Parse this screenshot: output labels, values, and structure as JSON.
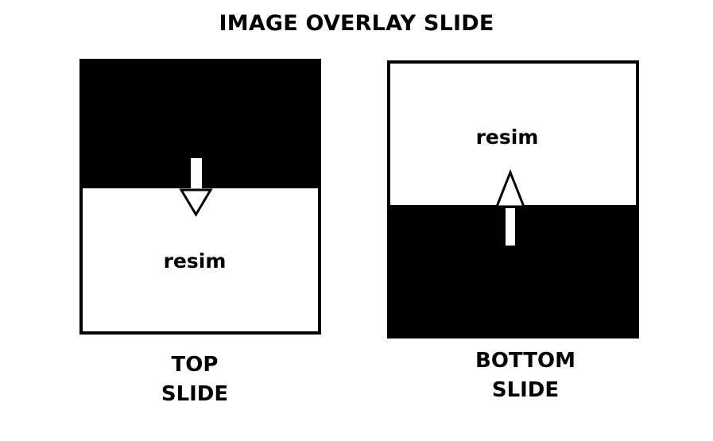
{
  "title": "IMAGE OVERLAY SLIDE",
  "panels": [
    {
      "overlay_direction": "down",
      "content_label": "resim",
      "caption_line1": "TOP",
      "caption_line2": "SLIDE"
    },
    {
      "overlay_direction": "up",
      "content_label": "resim",
      "caption_line1": "BOTTOM",
      "caption_line2": "SLIDE"
    }
  ],
  "colors": {
    "overlay": "#000000",
    "background": "#ffffff"
  }
}
